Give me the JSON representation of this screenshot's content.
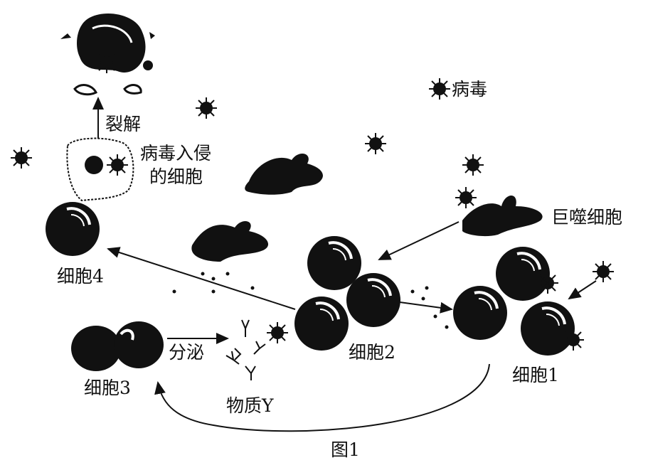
{
  "figure": {
    "caption": "图1",
    "labels": {
      "lysis": "裂解",
      "infected_cell_line1": "病毒入侵",
      "infected_cell_line2": "的细胞",
      "virus_legend": "病毒",
      "macrophage": "巨噬细胞",
      "cell4": "细胞4",
      "cell2": "细胞2",
      "cell1": "细胞1",
      "cell3": "细胞3",
      "secrete": "分泌",
      "substance_y": "物质Y"
    }
  }
}
